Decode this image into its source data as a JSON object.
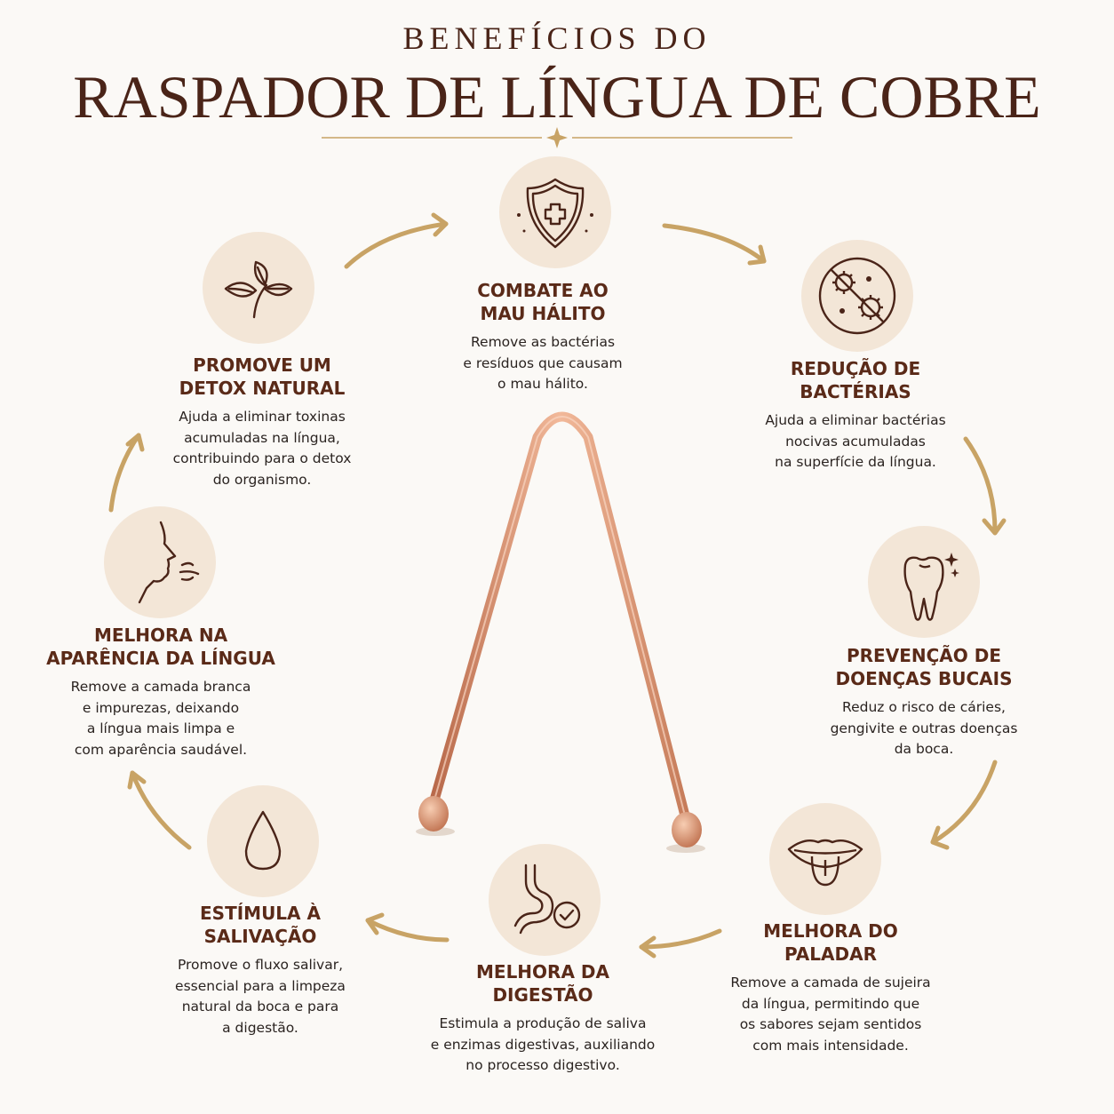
{
  "header": {
    "supertitle": "BENEFÍCIOS DO",
    "title": "RASPADOR DE LÍNGUA DE COBRE"
  },
  "colors": {
    "background": "#fbf9f6",
    "title_brown": "#4a2418",
    "icon_circle": "#f3e6d7",
    "gold_arrow": "#c8a365",
    "copper": "#d9916a"
  },
  "benefits": [
    {
      "icon": "shield-plus-icon",
      "title": [
        "COMBATE AO",
        "MAU HÁLITO"
      ],
      "desc": [
        "Remove as bactérias",
        "e resíduos que causam",
        "o mau hálito."
      ]
    },
    {
      "icon": "no-bacteria-icon",
      "title": [
        "REDUÇÃO DE",
        "BACTÉRIAS"
      ],
      "desc": [
        "Ajuda a eliminar bactérias",
        "nocivas acumuladas",
        "na superfície da língua."
      ]
    },
    {
      "icon": "tooth-icon",
      "title": [
        "PREVENÇÃO DE",
        "DOENÇAS BUCAIS"
      ],
      "desc": [
        "Reduz o risco de cáries,",
        "gengivite e outras doenças",
        "da boca."
      ]
    },
    {
      "icon": "mouth-tongue-icon",
      "title": [
        "MELHORA DO",
        "PALADAR"
      ],
      "desc": [
        "Remove a camada de sujeira",
        "da língua, permitindo que",
        "os sabores sejam sentidos",
        "com mais intensidade."
      ]
    },
    {
      "icon": "stomach-check-icon",
      "title": [
        "MELHORA DA",
        "DIGESTÃO"
      ],
      "desc": [
        "Estimula a produção de saliva",
        "e enzimas digestivas, auxiliando",
        "no processo digestivo."
      ]
    },
    {
      "icon": "drop-icon",
      "title": [
        "ESTÍMULA À",
        "SALIVAÇÃO"
      ],
      "desc": [
        "Promove o fluxo salivar,",
        "essencial para a limpeza",
        "natural da boca e para",
        "a digestão."
      ]
    },
    {
      "icon": "face-breath-icon",
      "title": [
        "MELHORA NA",
        "APARÊNCIA DA LÍNGUA"
      ],
      "desc": [
        "Remove a camada branca",
        "e impurezas, deixando",
        "a língua mais limpa e",
        "com aparência saudável."
      ]
    },
    {
      "icon": "leaves-icon",
      "title": [
        "PROMOVE UM",
        "DETOX NATURAL"
      ],
      "desc": [
        "Ajuda a eliminar toxinas",
        "acumuladas na língua,",
        "contribuindo para o detox",
        "do organismo."
      ]
    }
  ]
}
